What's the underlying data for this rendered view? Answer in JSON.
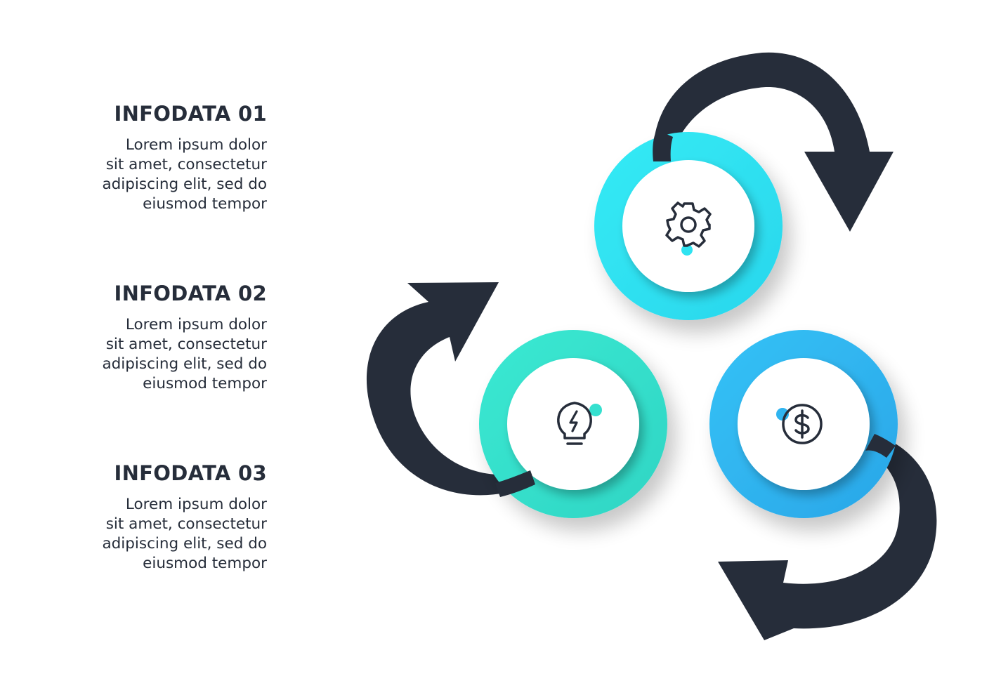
{
  "items": [
    {
      "title": "INFODATA 01",
      "text": "Lorem ipsum dolor\nsit amet, consectetur\nadipiscing elit, sed do\neiusmod tempor",
      "icon": "gear-icon",
      "color": "#2fe3f1"
    },
    {
      "title": "INFODATA 02",
      "text": "Lorem ipsum dolor\nsit amet, consectetur\nadipiscing elit, sed do\neiusmod tempor",
      "icon": "lightbulb-icon",
      "color": "#35e0cf"
    },
    {
      "title": "INFODATA 03",
      "text": "Lorem ipsum dolor\nsit amet, consectetur\nadipiscing elit, sed do\neiusmod tempor",
      "icon": "dollar-coin-icon",
      "color": "#2fb4f0"
    }
  ],
  "colors": {
    "arrow": "#262d3a",
    "text": "#262d3a",
    "background": "#ffffff"
  }
}
